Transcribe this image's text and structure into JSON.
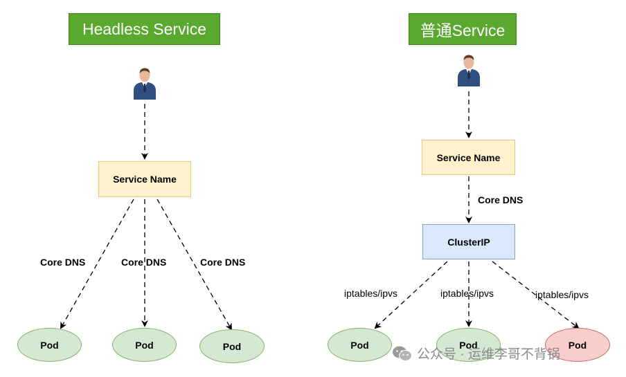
{
  "left": {
    "title": "Headless Service",
    "service_node": "Service Name",
    "edge_labels": [
      "Core DNS",
      "Core DNS",
      "Core DNS"
    ],
    "pods": [
      "Pod",
      "Pod",
      "Pod"
    ]
  },
  "right": {
    "title": "普通Service",
    "service_node": "Service Name",
    "dns_label": "Core DNS",
    "clusterip_node": "ClusterIP",
    "edge_labels": [
      "iptables/ipvs",
      "iptables/ipvs",
      "iptables/ipvs"
    ],
    "pods": [
      "Pod",
      "Pod",
      "Pod"
    ]
  },
  "watermark": "公众号 · 运维李哥不背锅",
  "colors": {
    "title_bg": "#5ba82f",
    "service_fill": "#fff2cc",
    "clusterip_fill": "#dae8fc",
    "pod_fill": "#d5e8d4",
    "pod_highlight_fill": "#f8cecc"
  },
  "icons": [
    "user-icon",
    "user-icon",
    "wechat-icon"
  ]
}
